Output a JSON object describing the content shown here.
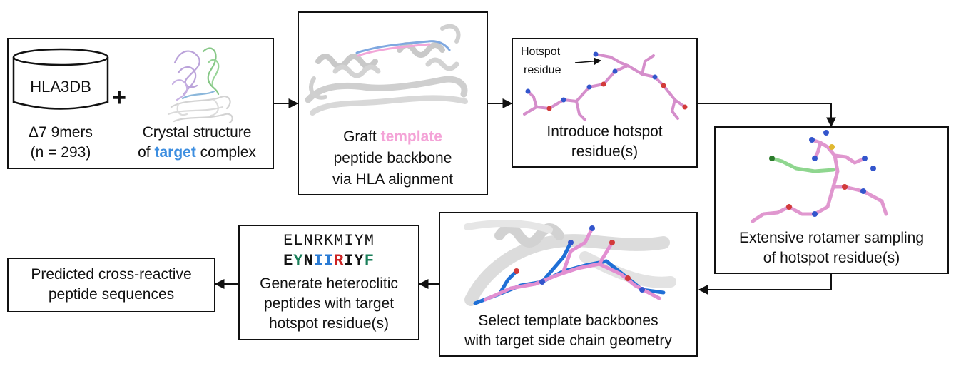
{
  "box1": {
    "db_label": "HLA3DB",
    "plus": "+",
    "db_caption_line1": "Δ7 9mers",
    "db_caption_line2": "(n = 293)",
    "crystal_line1": "Crystal structure",
    "crystal_of": "of ",
    "crystal_target": "target",
    "crystal_complex": " complex"
  },
  "box2": {
    "line1_prefix": "Graft ",
    "line1_highlight": "template",
    "line2": "peptide backbone",
    "line3": "via HLA alignment"
  },
  "box3": {
    "annotation_line1": "Hotspot",
    "annotation_line2": "residue",
    "line1": "Introduce hotspot",
    "line2": "residue(s)"
  },
  "box4": {
    "line1": "Extensive rotamer sampling",
    "line2": "of hotspot residue(s)"
  },
  "box5": {
    "line1": "Select template backbones",
    "line2": "with target side chain geometry"
  },
  "box6": {
    "seq1": "ELNRKMIYM",
    "seq2_letters": [
      {
        "ch": "E",
        "color": "#111111"
      },
      {
        "ch": "Y",
        "color": "#1a7f5a"
      },
      {
        "ch": "N",
        "color": "#111111"
      },
      {
        "ch": "I",
        "color": "#2a7bd4"
      },
      {
        "ch": "I",
        "color": "#2a7bd4"
      },
      {
        "ch": "R",
        "color": "#cc2222"
      },
      {
        "ch": "I",
        "color": "#111111"
      },
      {
        "ch": "Y",
        "color": "#111111"
      },
      {
        "ch": "F",
        "color": "#1a7f5a"
      }
    ],
    "line1": "Generate heteroclitic",
    "line2": "peptides with target",
    "line3": "hotspot residue(s)"
  },
  "box7": {
    "line1": "Predicted cross-reactive",
    "line2": "peptide sequences"
  }
}
